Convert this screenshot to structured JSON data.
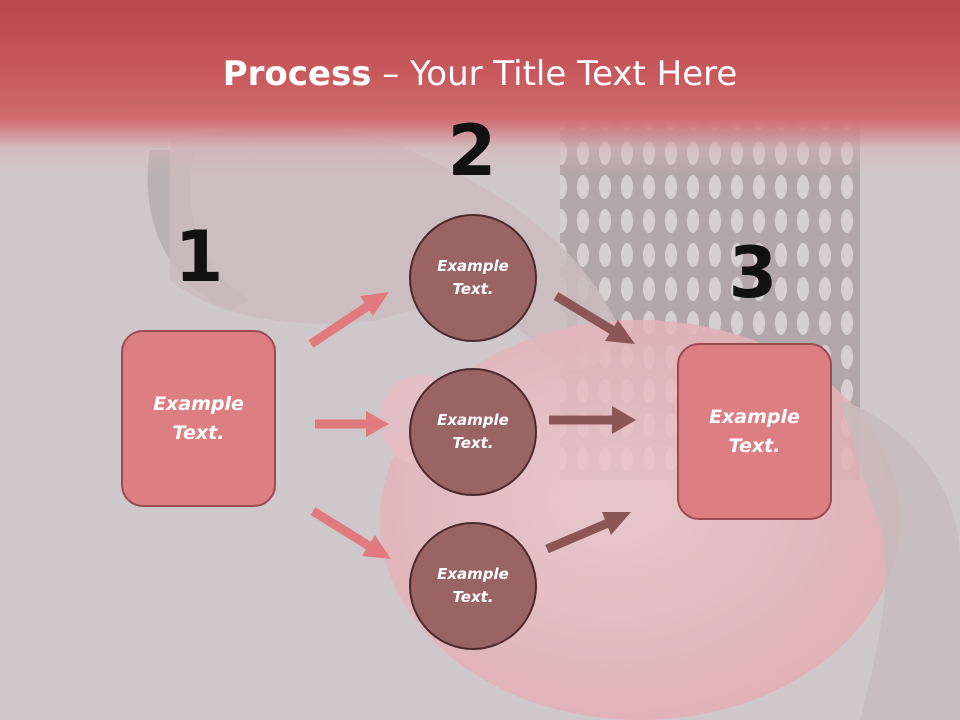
{
  "title": {
    "bold": "Process",
    "rest": " – Your Title Text Here"
  },
  "steps": [
    {
      "number": "1",
      "label": "Example\nText."
    },
    {
      "number": "2"
    },
    {
      "number": "3",
      "label": "Example\nText."
    }
  ],
  "circles": [
    {
      "label": "Example\nText."
    },
    {
      "label": "Example\nText."
    },
    {
      "label": "Example\nText."
    }
  ],
  "colors": {
    "box_fill": "#dd7f82",
    "circle_fill": "#9a6465",
    "arrow_light": "#e07a7e",
    "arrow_dark": "#8c5556"
  }
}
